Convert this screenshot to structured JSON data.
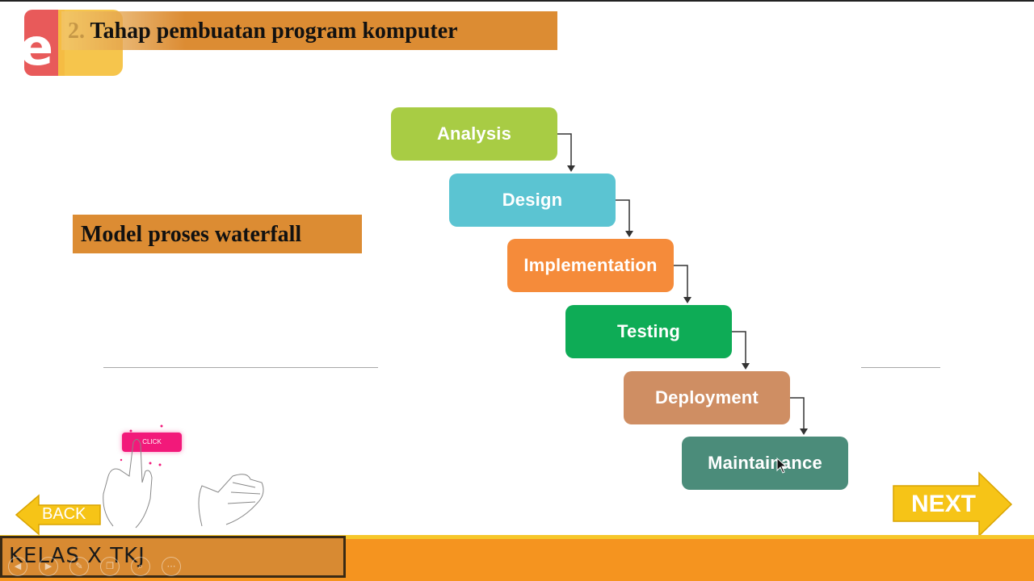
{
  "header": {
    "title_number": "2.",
    "title_text": "Tahap pembuatan program komputer",
    "logo_letter": "e"
  },
  "subtitle": "Model proses waterfall",
  "waterfall": {
    "steps": [
      {
        "label": "Analysis",
        "color": "#a8cc44"
      },
      {
        "label": "Design",
        "color": "#5bc4d2"
      },
      {
        "label": "Implementation",
        "color": "#f58b3a"
      },
      {
        "label": "Testing",
        "color": "#0eac56"
      },
      {
        "label": "Deployment",
        "color": "#cf8e63"
      },
      {
        "label": "Maintainance",
        "color": "#4b8c7a"
      }
    ],
    "connector_color": "#333333"
  },
  "click_button": {
    "label": "CLICK",
    "color": "#f2197a"
  },
  "navigation": {
    "back_label": "BACK",
    "next_label": "NEXT",
    "arrow_color": "#f6c417"
  },
  "footer": {
    "class_label": "KELAS X TKJ",
    "bar_color": "#f5941f",
    "stripe_color": "#f6c72a"
  },
  "player_controls": [
    "prev-icon",
    "next-icon",
    "pen-icon",
    "copy-icon",
    "zoom-icon",
    "more-icon"
  ]
}
